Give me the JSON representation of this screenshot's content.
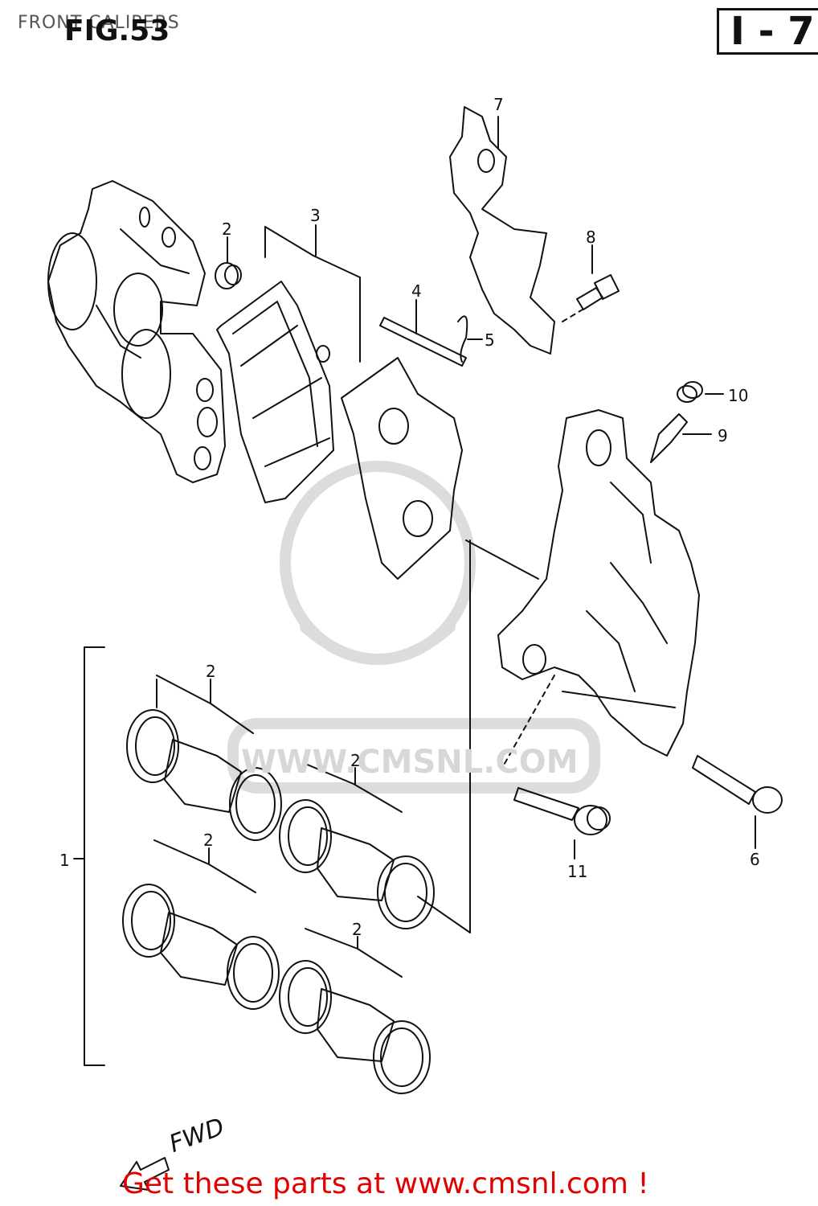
{
  "header": {
    "section_title": "FRONT CALIPERS",
    "figure_label": "FIG.53",
    "sheet_marker": "I - 7"
  },
  "callouts": {
    "c1": "1",
    "c2a": "2",
    "c2b": "2",
    "c2c": "2",
    "c2d": "2",
    "c2e": "2",
    "c3": "3",
    "c4": "4",
    "c5": "5",
    "c6": "6",
    "c7": "7",
    "c8": "8",
    "c9": "9",
    "c10": "10",
    "c11": "11"
  },
  "watermark": "WWW.CMSNL.COM",
  "direction": "FWD",
  "footer": {
    "cta": "Get these parts at www.cmsnl.com !"
  },
  "colors": {
    "line": "#111111",
    "watermark": "#d7d7d7",
    "footer": "#e00000"
  }
}
